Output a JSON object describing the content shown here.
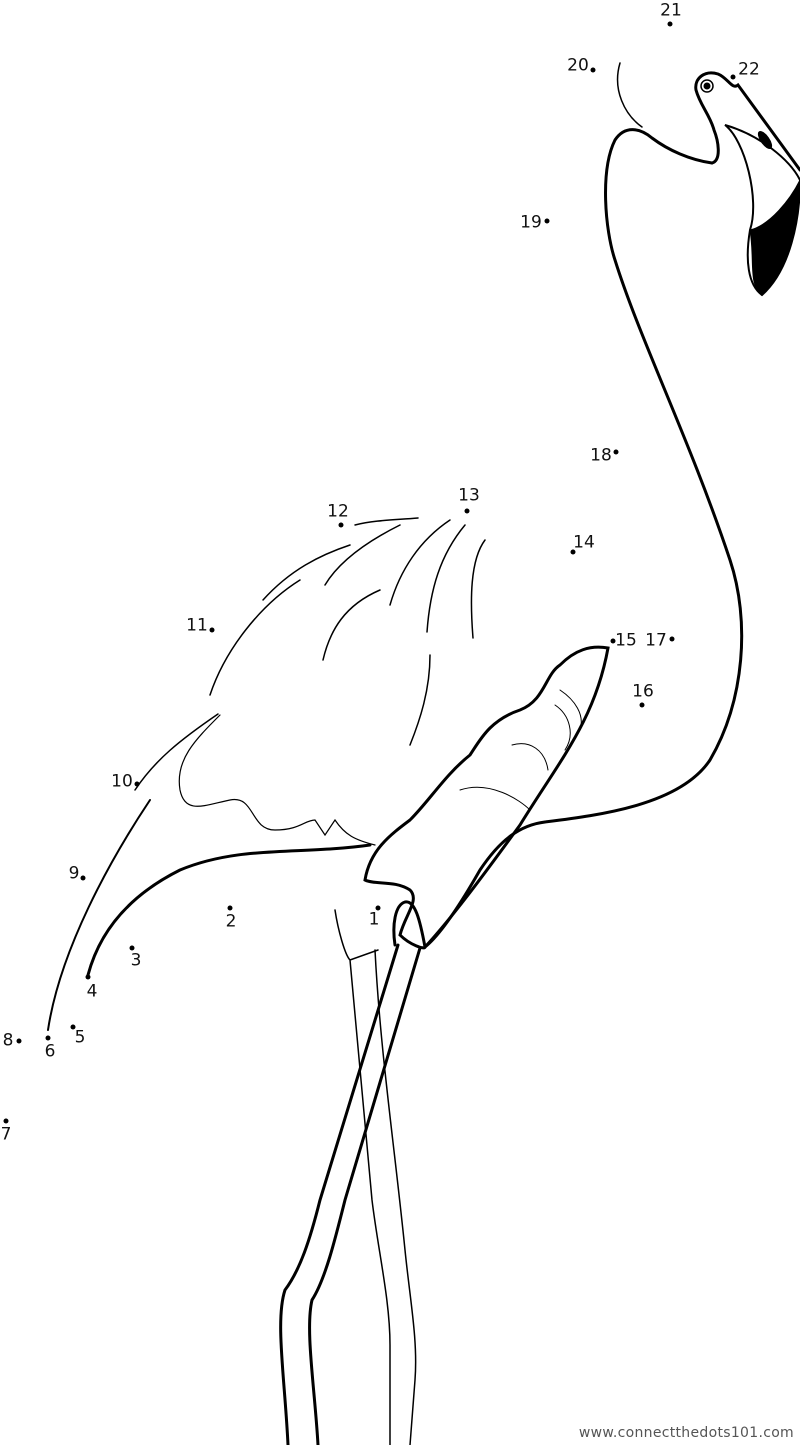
{
  "dots": [
    {
      "number": "1"
    },
    {
      "number": "2"
    },
    {
      "number": "3"
    },
    {
      "number": "4"
    },
    {
      "number": "5"
    },
    {
      "number": "6"
    },
    {
      "number": "7"
    },
    {
      "number": "8"
    },
    {
      "number": "9"
    },
    {
      "number": "10"
    },
    {
      "number": "11"
    },
    {
      "number": "12"
    },
    {
      "number": "13"
    },
    {
      "number": "14"
    },
    {
      "number": "15"
    },
    {
      "number": "16"
    },
    {
      "number": "17"
    },
    {
      "number": "18"
    },
    {
      "number": "19"
    },
    {
      "number": "20"
    },
    {
      "number": "21"
    },
    {
      "number": "22"
    }
  ],
  "footer": {
    "website": "www.connectthedots101.com"
  },
  "colors": {
    "ink": "#000000",
    "background": "#ffffff"
  }
}
